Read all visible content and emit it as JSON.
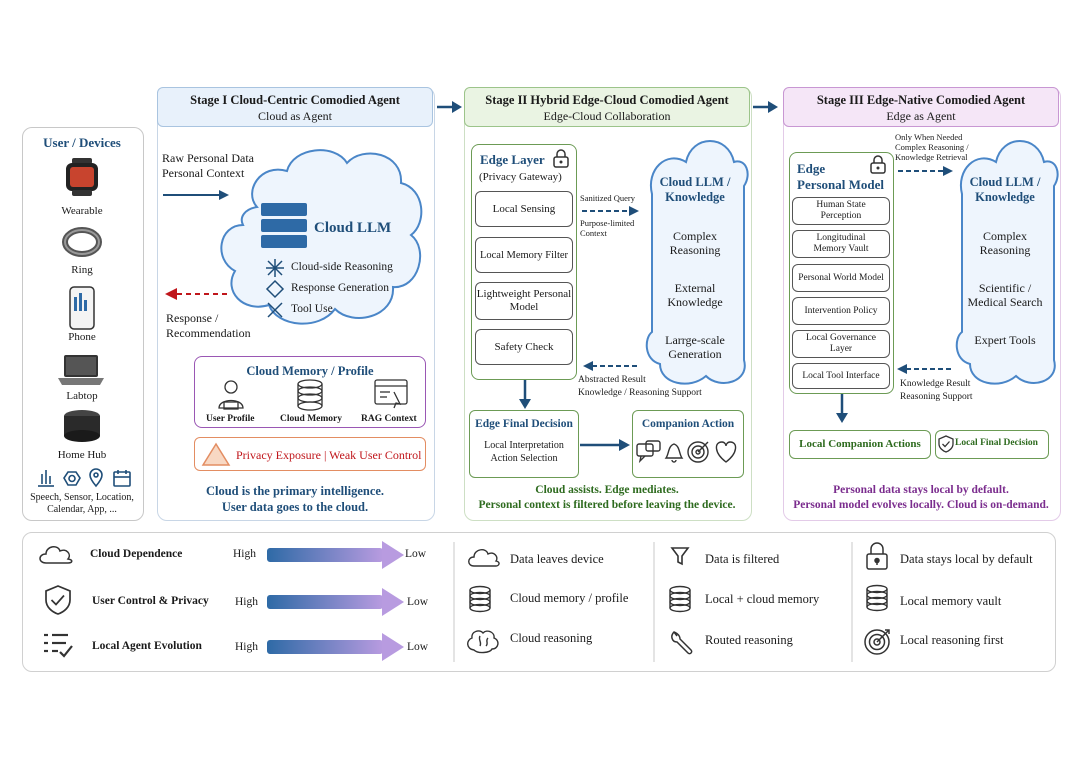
{
  "colors": {
    "navy": "#1f4e79",
    "blue_fill": "#2e6aa6",
    "stage1_header": "#e8f1fb",
    "stage2_header": "#eaf4e3",
    "stage3_header": "#f5e6f7",
    "cloud_fill": "#eef5fd",
    "cloud_stroke": "#4a86c8",
    "green_text": "#2e6b1f",
    "purple_text": "#7b2d8e",
    "red_arrow": "#c0161b"
  },
  "devices": {
    "title": "User / Devices",
    "items": [
      {
        "label": "Wearable",
        "icon": "smartwatch-icon"
      },
      {
        "label": "Ring",
        "icon": "ring-icon"
      },
      {
        "label": "Phone",
        "icon": "phone-icon"
      },
      {
        "label": "Labtop",
        "icon": "laptop-icon"
      },
      {
        "label": "Home Hub",
        "icon": "smart-speaker-icon"
      }
    ],
    "footer": "Speech, Sensor, Location, Calendar, App, ..."
  },
  "stage1": {
    "title": "Stage I Cloud-Centric Comodied Agent",
    "subtitle": "Cloud as Agent",
    "input_label_1": "Raw Personal Data",
    "input_label_2": "Personal Context",
    "output_label_1": "Response /",
    "output_label_2": "Recommendation",
    "cloud_title": "Cloud LLM",
    "cloud_items": [
      "Cloud-side Reasoning",
      "Response Generation",
      "Tool Use"
    ],
    "memory_title": "Cloud Memory / Profile",
    "memory_items": [
      "User Profile",
      "Cloud Memory",
      "RAG Context"
    ],
    "warning": "Privacy Exposure | Weak User Control",
    "caption_1": "Cloud is the primary intelligence.",
    "caption_2": "User data goes to the cloud."
  },
  "stage2": {
    "title": "Stage II Hybrid Edge-Cloud Comodied Agent",
    "subtitle": "Edge-Cloud Collaboration",
    "edge_title": "Edge Layer",
    "edge_subtitle": "(Privacy Gateway)",
    "edge_items": [
      "Local Sensing",
      "Local Memory Filter",
      "Lightweight Personal Model",
      "Safety Check"
    ],
    "query_label": "Sanitized Query",
    "query_sub_1": "Purpose-limited",
    "query_sub_2": "Context",
    "cloud_title": "Cloud LLM / Knowledge",
    "cloud_items": [
      "Complex Reasoning",
      "External Knowledge",
      "Larrge-scale Generation"
    ],
    "result_label_1": "Abstracted Result",
    "result_label_2": "Knowledge / Reasoning Support",
    "decision_title": "Edge Final Decision",
    "decision_text_1": "Local Interpretation",
    "decision_text_2": "Action Selection",
    "companion_title": "Companion Action",
    "caption_1": "Cloud assists. Edge mediates.",
    "caption_2": "Personal context is filtered before leaving the device."
  },
  "stage3": {
    "title": "Stage III Edge-Native Comodied Agent",
    "subtitle": "Edge as Agent",
    "edge_title_1": "Edge",
    "edge_title_2": "Personal Model",
    "edge_items": [
      "Human State Perception",
      "Longitudinal Memory Vault",
      "Personal World Model",
      "Intervention Policy",
      "Local Governance Layer",
      "Local Tool Interface"
    ],
    "request_label_1": "Only When Needed",
    "request_label_2": "Complex Reasoning /",
    "request_label_3": "Knowledge Retrieval",
    "cloud_title": "Cloud LLM / Knowledge",
    "cloud_items": [
      "Complex Reasoning",
      "Scientific / Medical Search",
      "Expert Tools"
    ],
    "result_label_1": "Knowledge Result",
    "result_label_2": "Reasoning Support",
    "companion": "Local Companion Actions",
    "final_decision": "Local Final Decision",
    "caption_1": "Personal data stays local by default.",
    "caption_2": "Personal model evolves locally. Cloud is on-demand."
  },
  "legend": {
    "scales": [
      {
        "label": "Cloud Dependence",
        "high": "High",
        "low": "Low",
        "icon": "cloud-icon"
      },
      {
        "label": "User Control & Privacy",
        "high": "High",
        "low": "Low",
        "icon": "shield-check-icon"
      },
      {
        "label": "Local Agent Evolution",
        "high": "High",
        "low": "Low",
        "icon": "checklist-icon"
      }
    ],
    "stage1": [
      {
        "label": "Data leaves device",
        "icon": "cloud-icon"
      },
      {
        "label": "Cloud memory / profile",
        "icon": "database-icon"
      },
      {
        "label": "Cloud reasoning",
        "icon": "brain-icon"
      }
    ],
    "stage2": [
      {
        "label": "Data is filtered",
        "icon": "filter-icon"
      },
      {
        "label": "Local + cloud memory",
        "icon": "database-icon"
      },
      {
        "label": "Routed reasoning",
        "icon": "wrench-icon"
      }
    ],
    "stage3": [
      {
        "label": "Data stays local by default",
        "icon": "lock-icon"
      },
      {
        "label": "Local memory vault",
        "icon": "database-icon"
      },
      {
        "label": "Local reasoning first",
        "icon": "target-icon"
      }
    ]
  }
}
